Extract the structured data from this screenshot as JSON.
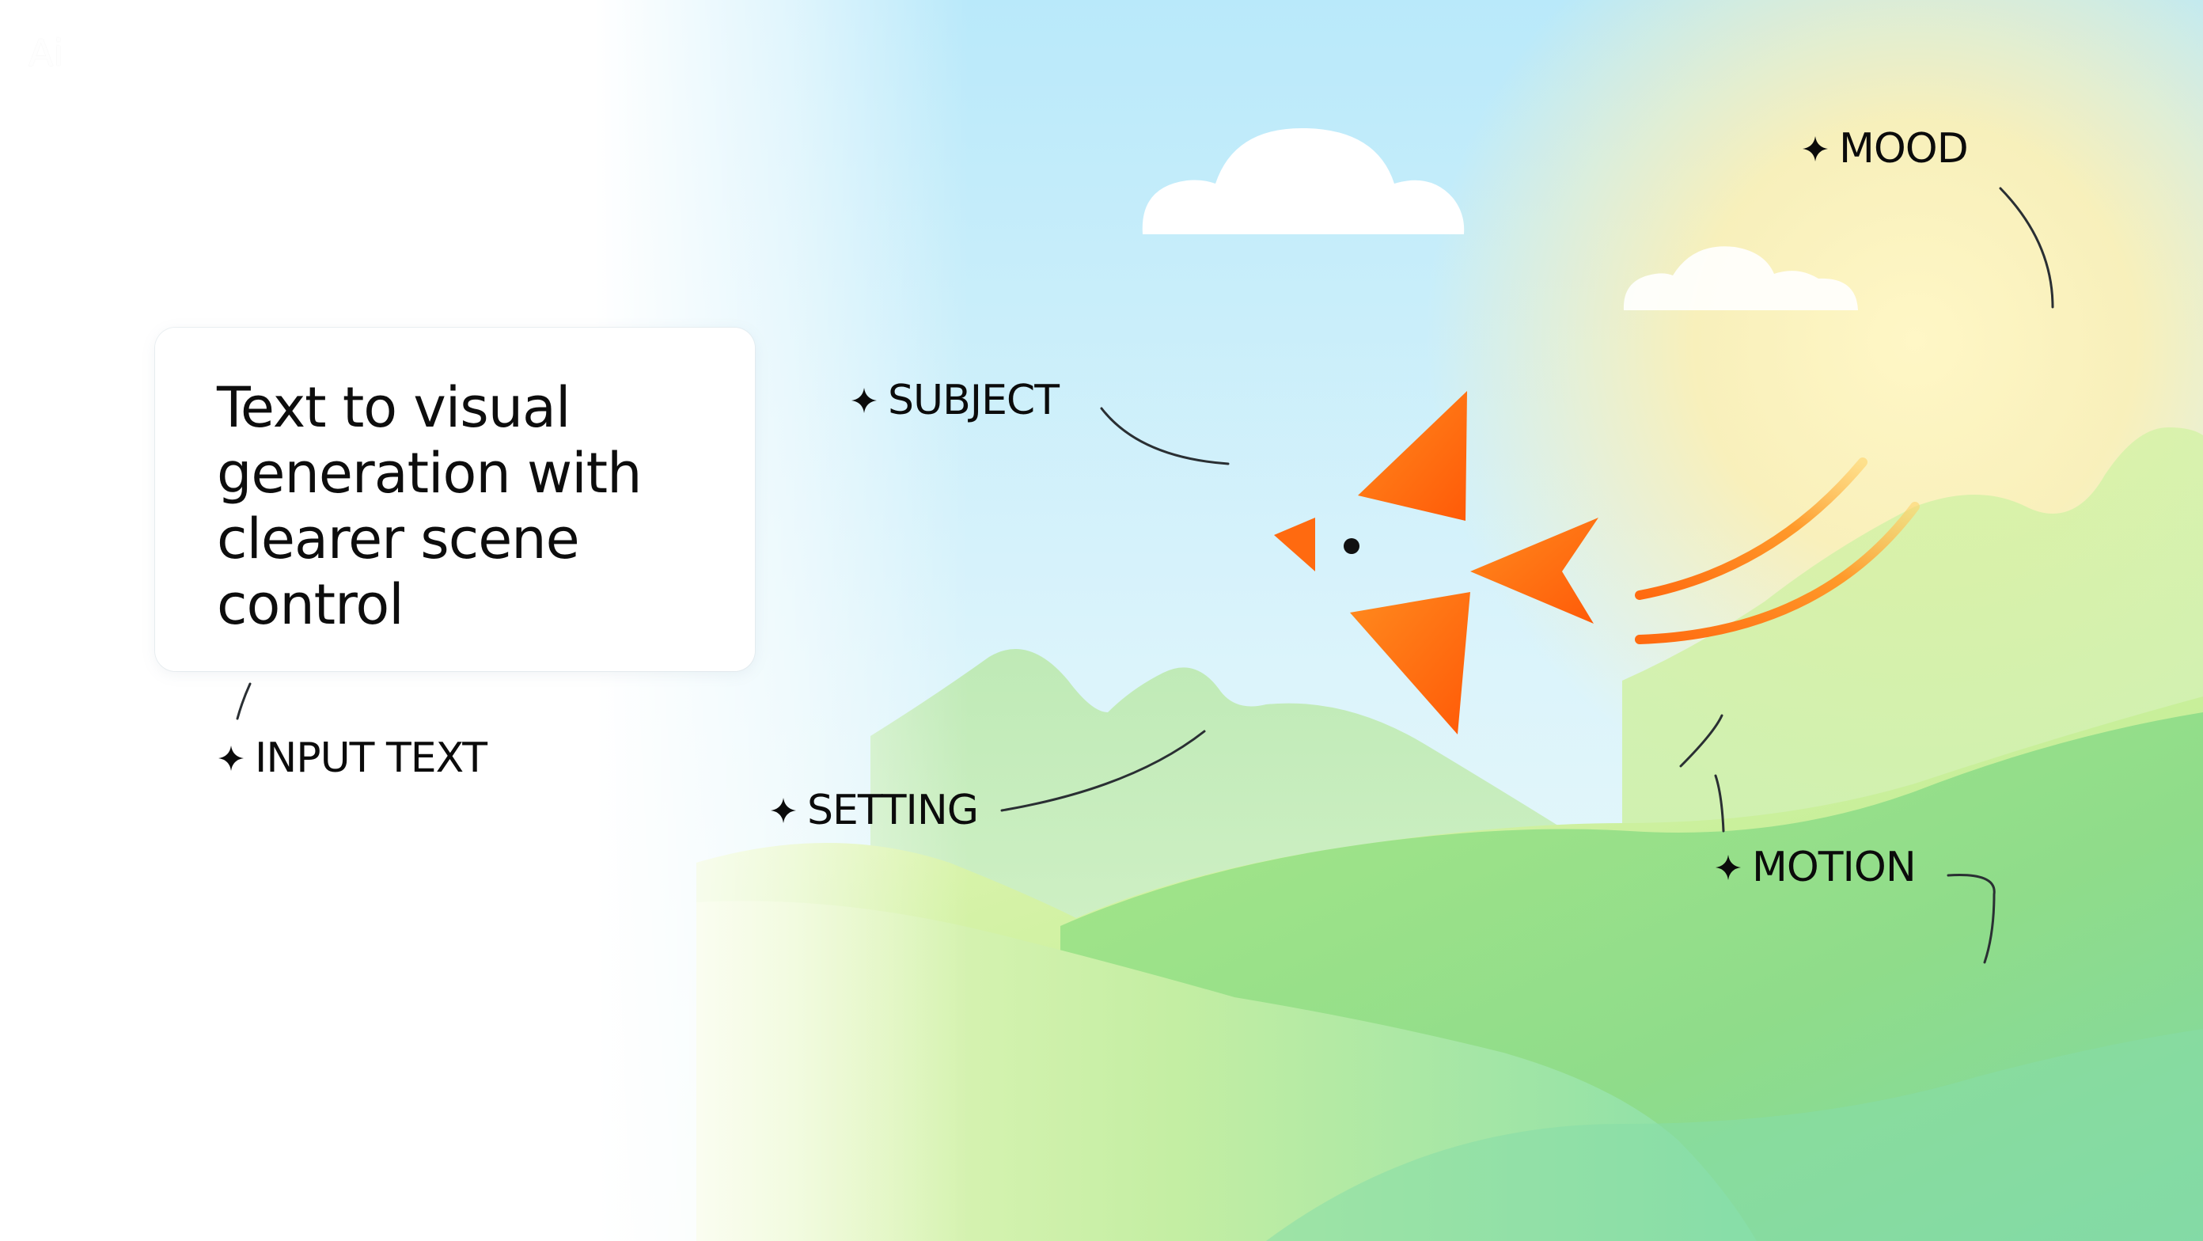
{
  "logo": {
    "text": "Ai"
  },
  "card": {
    "title": "Text to visual generation with clearer scene control"
  },
  "labels": {
    "input_text": "INPUT TEXT",
    "subject": "SUBJECT",
    "setting": "SETTING",
    "mood": "MOOD",
    "motion": "MOTION"
  },
  "icons": {
    "label_marker": "sparkle-icon",
    "subject_figure": "bird-icon",
    "sky_cloud": "cloud-icon"
  },
  "colors": {
    "bird_orange": "#FF6A10",
    "sky_blue": "#BDEBFA",
    "hill_green": "#9DE37E",
    "sun_yellow": "#FFF2B8",
    "text_dark": "#0B0B0B"
  }
}
